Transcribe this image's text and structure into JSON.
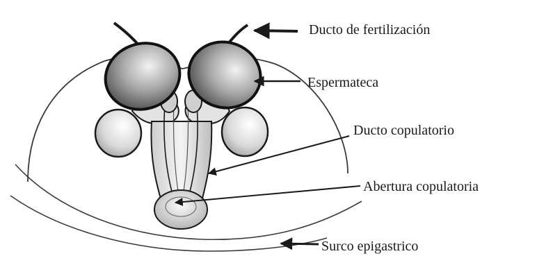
{
  "diagram": {
    "labels": {
      "fertilization_duct": "Ducto de fertilización",
      "spermatheca": "Espermateca",
      "copulatory_duct": "Ducto copulatorio",
      "copulatory_opening": "Abertura copulatoria",
      "epigastric_furrow": "Surco epigastrico"
    },
    "colors": {
      "ink": "#1a1a1a",
      "shade_dark": "#6e6e6e",
      "shade_mid": "#bdbdbd",
      "background": "#ffffff"
    }
  }
}
